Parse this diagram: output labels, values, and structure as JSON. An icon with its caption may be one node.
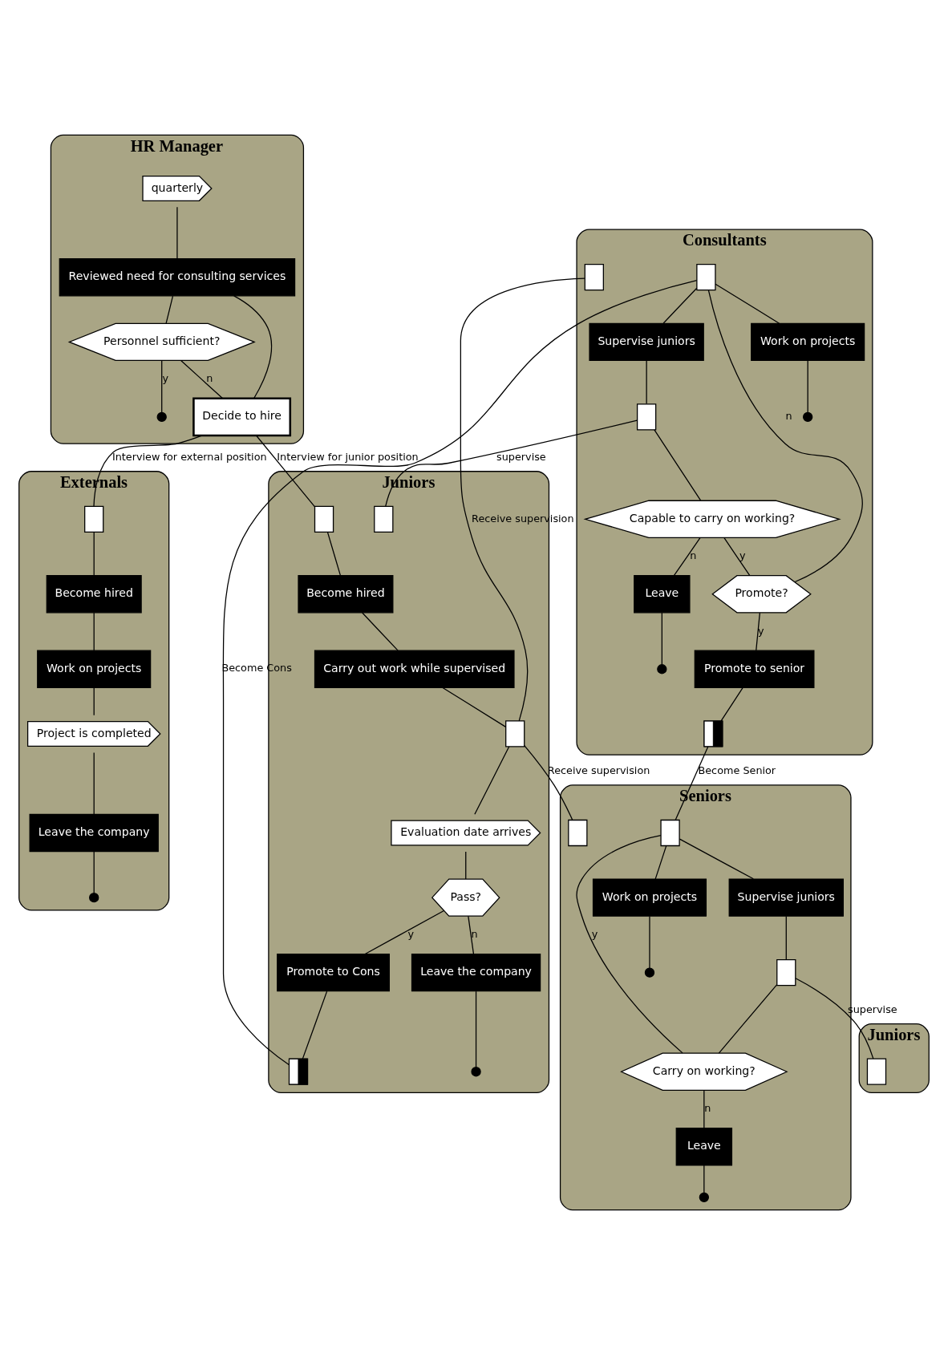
{
  "diagram": {
    "nodes": [
      {
        "text": [
          "HR Manager"
        ]
      },
      {
        "text": [
          "quarterly"
        ],
        "in": 0
      },
      {
        "text": [
          "Reviewed need for consulting services"
        ],
        "in": 0
      },
      {
        "text": [
          "Personnel sufficient?"
        ],
        "in": 0
      },
      {
        "text": [
          "Decide to hire"
        ],
        "in": 0
      },
      {
        "text": [],
        "shape": "zigzag",
        "in": 0
      },
      {
        "text": [
          "Juniors"
        ]
      },
      {
        "text": [],
        "shape": "box",
        "in": 6
      },
      {
        "text": [
          "Become hired"
        ],
        "in": 6
      },
      {
        "text": [
          "Carry out work while supervised"
        ],
        "in": 6
      },
      {
        "text": [],
        "shape": "box",
        "in": 6
      },
      {
        "text": [
          "Evaluation date arrives"
        ],
        "in": 6
      },
      {
        "text": [
          "Pass?"
        ],
        "in": 6
      },
      {
        "text": [
          "Promote to Cons"
        ],
        "in": 6
      },
      {
        "text": [
          "Leave the company"
        ],
        "in": 6
      },
      {
        "text": [],
        "shape": "zigzag",
        "in": 6
      },
      {
        "text": [],
        "shape": "box",
        "in": 6
      },
      {
        "text": [],
        "shape": "box",
        "in": 6
      },
      {
        "text": [
          "Consultants"
        ]
      },
      {
        "text": [],
        "shape": "box",
        "in": 18
      },
      {
        "text": [],
        "shape": "box",
        "in": 18
      },
      {
        "text": [
          "Supervise juniors"
        ],
        "in": 18
      },
      {
        "text": [],
        "shape": "box",
        "in": 18
      },
      {
        "text": [
          "Work on projects"
        ],
        "in": 18
      },
      {
        "text": [],
        "shape": "zigzag",
        "in": 18
      },
      {
        "text": [
          "Capable to carry on working?"
        ],
        "in": 18
      },
      {
        "text": [
          "Leave"
        ],
        "in": 18
      },
      {
        "text": [],
        "shape": "zigzag",
        "in": 18
      },
      {
        "text": [
          "Promote?"
        ],
        "in": 18
      },
      {
        "text": [
          "Promote to senior"
        ],
        "in": 18
      },
      {
        "text": [],
        "shape": "box",
        "in": 18
      },
      {
        "text": [
          "Seniors"
        ]
      },
      {
        "text": [],
        "shape": "box",
        "in": 31
      },
      {
        "text": [],
        "shape": "box",
        "in": 31
      },
      {
        "text": [
          "Supervise juniors"
        ],
        "in": 31
      },
      {
        "text": [],
        "shape": "box",
        "in": 31
      },
      {
        "text": [
          "Work on projects"
        ],
        "in": 31
      },
      {
        "text": [],
        "shape": "zigzag",
        "in": 31
      },
      {
        "text": [
          "Carry on working?"
        ],
        "in": 31
      },
      {
        "text": [
          "Leave"
        ],
        "in": 31
      },
      {
        "text": [],
        "shape": "zigzag",
        "in": 31
      },
      {
        "text": [
          "Externals"
        ]
      },
      {
        "text": [],
        "shape": "box",
        "in": 41
      },
      {
        "text": [
          "Become hired"
        ],
        "in": 41
      },
      {
        "text": [
          "Work on projects"
        ],
        "in": 41
      },
      {
        "text": [
          "Project is completed"
        ],
        "in": 41
      },
      {
        "text": [
          "Leave the company"
        ],
        "in": 41
      },
      {
        "text": [],
        "shape": "zigzag",
        "in": 41
      },
      {
        "text": [
          "Juniors"
        ]
      },
      {
        "text": [],
        "shape": "box",
        "in": 48
      }
    ],
    "edges": [
      {
        "from": 1,
        "to": 2,
        "arrow": "none"
      },
      {
        "from": 2,
        "to": 3,
        "arrow": "none"
      },
      {
        "from": 3,
        "to": 5,
        "label": "y",
        "arrow": "none"
      },
      {
        "from": 3,
        "to": 4,
        "label": "n",
        "arrow": "none"
      },
      {
        "from": 4,
        "to": 2,
        "arrow": "none"
      },
      {
        "from": 4,
        "to": 7,
        "label": "Interview for junior position",
        "arrow": "none"
      },
      {
        "from": 4,
        "to": 42,
        "label": "Interview for external position",
        "arrow": "none"
      },
      {
        "from": 7,
        "to": 8,
        "arrow": "none"
      },
      {
        "from": 8,
        "to": 9,
        "arrow": "none"
      },
      {
        "from": 9,
        "to": 10,
        "arrow": "none"
      },
      {
        "from": 10,
        "to": 11,
        "arrow": "none"
      },
      {
        "from": 11,
        "to": 12,
        "arrow": "none"
      },
      {
        "from": 12,
        "to": 13,
        "label": "y",
        "arrow": "none"
      },
      {
        "from": 12,
        "to": 14,
        "label": "n",
        "arrow": "none"
      },
      {
        "from": 13,
        "to": 16,
        "arrow": "none"
      },
      {
        "from": 14,
        "to": 15,
        "arrow": "none"
      },
      {
        "from": 19,
        "to": 10,
        "label": "Receive supervision",
        "arrow": "none"
      },
      {
        "from": 10,
        "to": 32,
        "label": "Receive supervision",
        "arrow": "none"
      },
      {
        "from": 16,
        "to": 20,
        "label": "Become Cons",
        "arrow": "none"
      },
      {
        "from": 22,
        "to": 17,
        "label": "supervise",
        "arrow": "none"
      },
      {
        "from": 20,
        "to": 21,
        "arrow": "none"
      },
      {
        "from": 20,
        "to": 23,
        "arrow": "none"
      },
      {
        "from": 21,
        "to": 22,
        "arrow": "none"
      },
      {
        "from": 23,
        "to": 24,
        "arrow": "none"
      },
      {
        "from": 22,
        "to": 25,
        "arrow": "none"
      },
      {
        "from": 25,
        "to": 26,
        "label": "n",
        "arrow": "none"
      },
      {
        "from": 26,
        "to": 27,
        "arrow": "none"
      },
      {
        "from": 25,
        "to": 28,
        "label": "y",
        "arrow": "none"
      },
      {
        "from": 28,
        "to": 29,
        "label": "y",
        "arrow": "none"
      },
      {
        "from": 28,
        "to": 20,
        "label": "n",
        "arrow": "none"
      },
      {
        "from": 29,
        "to": 30,
        "arrow": "none"
      },
      {
        "from": 30,
        "to": 33,
        "label": "Become Senior",
        "arrow": "none"
      },
      {
        "from": 33,
        "to": 34,
        "arrow": "none"
      },
      {
        "from": 33,
        "to": 36,
        "arrow": "none"
      },
      {
        "from": 34,
        "to": 35,
        "arrow": "none"
      },
      {
        "from": 35,
        "to": 49,
        "label": "supervise",
        "arrow": "none"
      },
      {
        "from": 36,
        "to": 37,
        "arrow": "none"
      },
      {
        "from": 35,
        "to": 38,
        "arrow": "none"
      },
      {
        "from": 38,
        "to": 39,
        "label": "n",
        "arrow": "none"
      },
      {
        "from": 39,
        "to": 40,
        "arrow": "none"
      },
      {
        "from": 38,
        "to": 33,
        "label": "y",
        "arrow": "none"
      },
      {
        "from": 42,
        "to": 43,
        "arrow": "none"
      },
      {
        "from": 43,
        "to": 44,
        "arrow": "none"
      },
      {
        "from": 44,
        "to": 45,
        "arrow": "none"
      },
      {
        "from": 45,
        "to": 46,
        "arrow": "none"
      },
      {
        "from": 46,
        "to": 47,
        "arrow": "none"
      }
    ]
  }
}
